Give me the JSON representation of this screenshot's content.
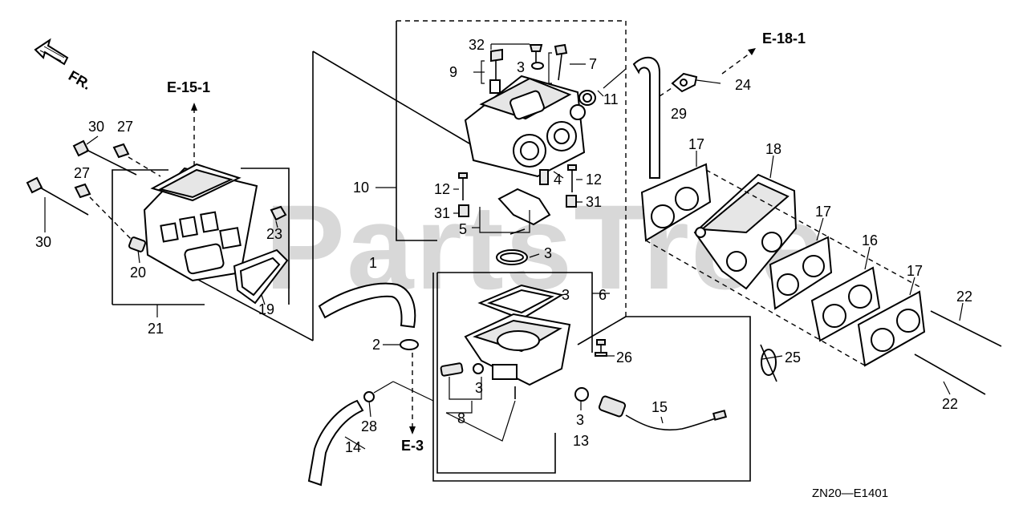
{
  "watermark": "PartsTree",
  "orientation": {
    "label": "FR."
  },
  "diagram_code": "ZN20—E1401",
  "references": {
    "e15": "E-15-1",
    "e18": "E-18-1",
    "e3": "E-3"
  },
  "callouts": {
    "c1": "1",
    "c2": "2",
    "c3a": "3",
    "c3b": "3",
    "c3c": "3",
    "c3d": "3",
    "c3e": "3",
    "c4": "4",
    "c5": "5",
    "c6": "6",
    "c7": "7",
    "c8": "8",
    "c9": "9",
    "c10": "10",
    "c11": "11",
    "c12a": "12",
    "c12b": "12",
    "c13": "13",
    "c14": "14",
    "c15": "15",
    "c16": "16",
    "c17a": "17",
    "c17b": "17",
    "c17c": "17",
    "c18": "18",
    "c19": "19",
    "c20": "20",
    "c21": "21",
    "c22a": "22",
    "c22b": "22",
    "c23": "23",
    "c24": "24",
    "c25": "25",
    "c26": "26",
    "c27a": "27",
    "c27b": "27",
    "c28": "28",
    "c29": "29",
    "c30a": "30",
    "c30b": "30",
    "c31a": "31",
    "c31b": "31",
    "c32": "32"
  }
}
